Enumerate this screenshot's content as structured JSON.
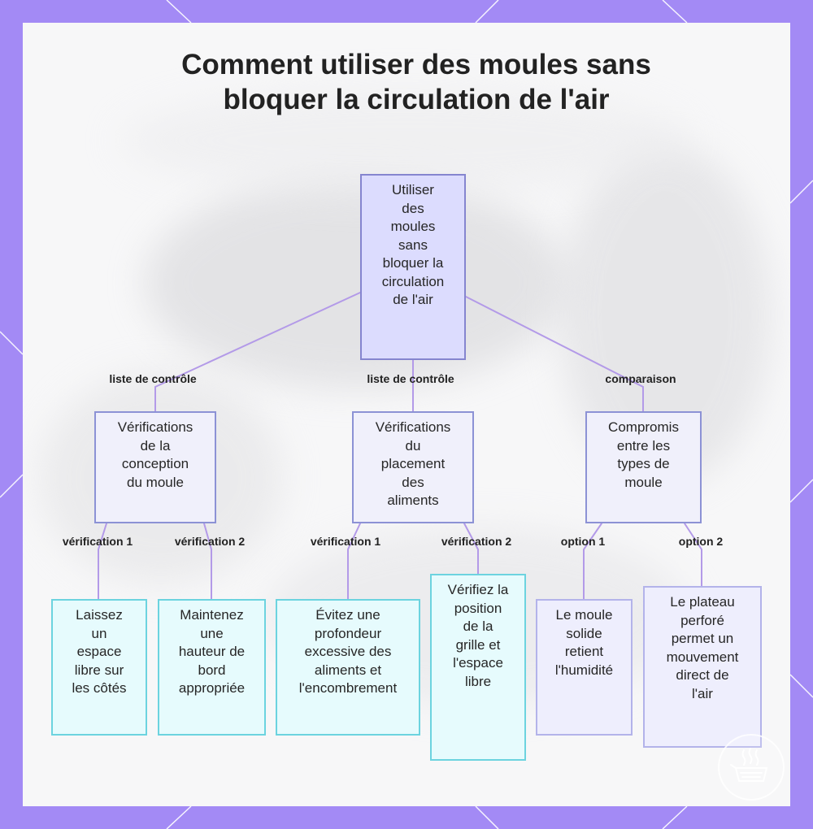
{
  "title": {
    "line1": "Comment utiliser des moules sans",
    "line2": "bloquer la circulation de l'air"
  },
  "colors": {
    "frame": "#a38af5",
    "edge": "#b39ae8",
    "root_fill": "#dcdcfe",
    "cyan_fill": "#e6fbfd",
    "lavender_fill": "#eeeefd"
  },
  "nodes": {
    "root": [
      "Utiliser",
      "des",
      "moules",
      "sans",
      "bloquer la",
      "circulation",
      "de l'air"
    ],
    "conception": [
      "Vérifications",
      "de la",
      "conception",
      "du moule"
    ],
    "placement": [
      "Vérifications",
      "du",
      "placement",
      "des",
      "aliments"
    ],
    "compromis": [
      "Compromis",
      "entre les",
      "types de",
      "moule"
    ],
    "espace": [
      "Laissez",
      "un",
      "espace",
      "libre sur",
      "les côtés"
    ],
    "hauteur": [
      "Maintenez",
      "une",
      "hauteur de",
      "bord",
      "appropriée"
    ],
    "profondeur": [
      "Évitez une",
      "profondeur",
      "excessive des",
      "aliments et",
      "l'encombrement"
    ],
    "grille": [
      "Vérifiez la",
      "position",
      "de la",
      "grille et",
      "l'espace",
      "libre"
    ],
    "humidite": [
      "Le moule",
      "solide",
      "retient",
      "l'humidité"
    ],
    "plateau": [
      "Le plateau",
      "perforé",
      "permet un",
      "mouvement",
      "direct de",
      "l'air"
    ]
  },
  "edge_labels": {
    "root_conception": "liste de contrôle",
    "root_placement": "liste de contrôle",
    "root_compromis": "comparaison",
    "conception_espace": "vérification 1",
    "conception_hauteur": "vérification 2",
    "placement_profondeur": "vérification 1",
    "placement_grille": "vérification 2",
    "compromis_humidite": "option 1",
    "compromis_plateau": "option 2"
  },
  "icons": {
    "corner_badge": "air-fryer-basket-icon"
  }
}
